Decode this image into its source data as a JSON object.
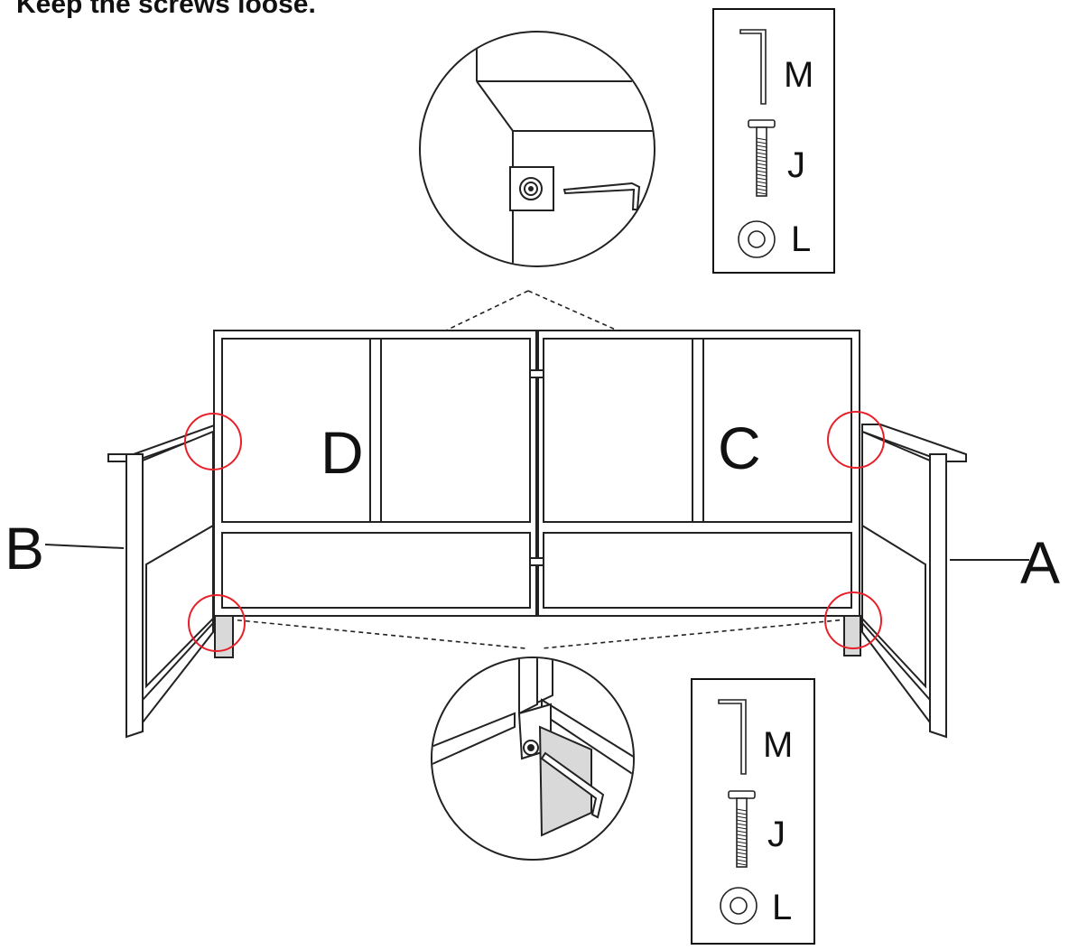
{
  "instruction": "Keep the screws loose.",
  "panel_labels": {
    "a": "A",
    "b": "B",
    "c": "C",
    "d": "D"
  },
  "hardware_top": [
    {
      "label": "M",
      "icon": "allen-key-icon"
    },
    {
      "label": "J",
      "icon": "bolt-icon"
    },
    {
      "label": "L",
      "icon": "washer-icon"
    }
  ],
  "hardware_bottom": [
    {
      "label": "M",
      "icon": "allen-key-icon"
    },
    {
      "label": "J",
      "icon": "bolt-icon"
    },
    {
      "label": "L",
      "icon": "washer-icon"
    }
  ],
  "colors": {
    "line": "#222222",
    "highlight": "#e8202a",
    "shade": "#d9d9d9"
  }
}
